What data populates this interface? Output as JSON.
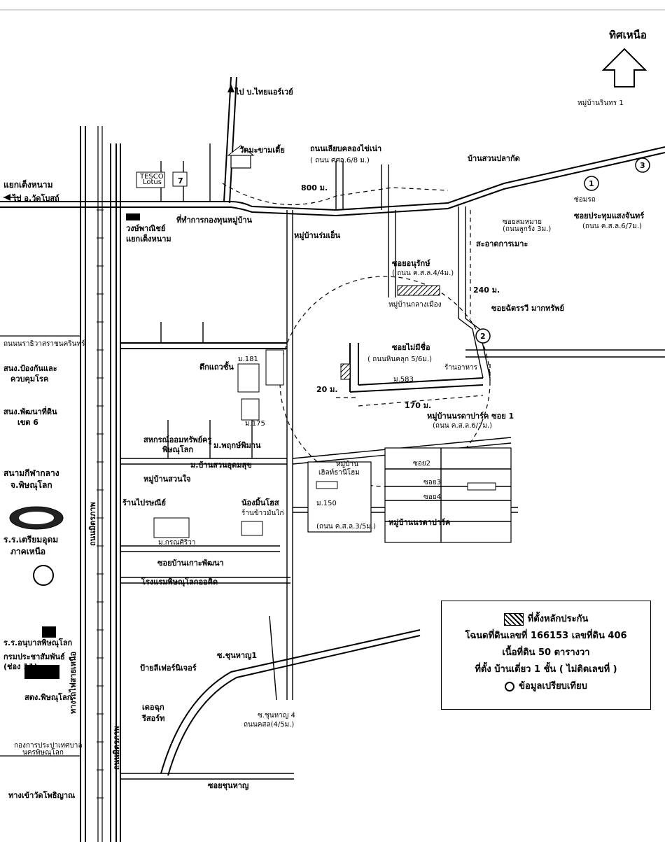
{
  "north": {
    "label": "ทิศเหนือ"
  },
  "legend": {
    "collateral_label": "ที่ตั้งหลักประกัน",
    "deed_line": "โฉนดที่ดินเลขที่ 166153 เลขที่ดิน 406",
    "area_line": "เนื้อที่ดิน 50 ตารางวา",
    "location_line": "ที่ตั้ง บ้านเดี่ยว 1 ชั้น ( ไม่ติดเลขที่ )",
    "comparable_label": "ข้อมูลเปรียบเทียบ"
  },
  "places": {
    "to_thai_airways": "ไป บ.ไทยแอร์เวย์",
    "wat": "วัดมะขามเตี้ย",
    "canal_road": "ถนนเลียบคลองไข่เน่า",
    "canal_road_code": "( ถนน ศศล.6/8 ม.)",
    "village_rinthon": "หมู่บ้านรินทร 1",
    "ban_suan": "บ้านสวนปลากัด",
    "yaek": "แยกเต็งหนาม",
    "to_wat_bot": "ไป อ.วัดโบสถ์",
    "tesco": "TESCO",
    "lotus": "Lotus",
    "seven": "7",
    "d800": "800 ม.",
    "wongpanit": "วงษ์พาณิชย์",
    "yaek2": "แยกเต็งหนาม",
    "village_fund": "ที่ทำการกองทุนหมู่บ้าน",
    "village_rom": "หมู่บ้านร่มเย็น",
    "soi_dang": "ซ่อมรถ",
    "soi_prathom": "ซอยประทุมแสงจันทร์",
    "soi_prathom_code": "(ถนน ค.ส.ล.6/7ม.)",
    "soi_somai": "ซอยสมหมาย",
    "soi_somai_code": "(ถนนลูกรัง 3ม.)",
    "sanitation": "สะอาดการเมาะ",
    "soi_anurak": "ซอยอนุรักษ์",
    "soi_anurak_code": "( ถนน ค.ส.ล.4/4ม.)",
    "village_klang": "หมู่บ้านกลางเมือง",
    "d240": "240 ม.",
    "soi_chatree": "ซอยฉัตรรวี มากทรัพย์",
    "soi_maimue": "ซอยไม่มีชื่อ",
    "soi_maimue_code": "( ถนนหินคลุก 5/6ม.)",
    "samthong": "ร้านอาหาร",
    "m583": "ม.583",
    "d20": "20 ม.",
    "d170": "170 ม.",
    "village_nonthaphan": "หมู่บ้านนรดาปาร์ค ซอย 1",
    "village_nonthaphan_code": "(ถนน ค.ส.ล.6/7ม.)",
    "tambon": "ตึกแถวชั้น",
    "m181": "ม.181",
    "m175": "ม.175",
    "sahakorn": "สหกรณ์ออมทรัพย์ครู",
    "sahakorn2": "พิษณุโลก",
    "m_phrueksa": "ม.พฤกษ์พิมาน",
    "m_suan": "ม.บ้านสวนอุดมสุข",
    "village_suanjai": "หมู่บ้านสวนใจ",
    "shop": "ร้านไปรษณีย์",
    "m_kornsawan": "ม.กรณศิริวา",
    "soi_kaeo": "ซอยบ้านเกาะพัฒนา",
    "hotel": "โรงแรมพิษณุโลกออคิด",
    "nongmaeng": "น้องมิ้นโฮส",
    "rice": "ร้านข้าวมันไก่",
    "m150": "ม.150",
    "village_green": "หมู่บ้าน",
    "village_green2": "เฮิลท์ธานีโฮม",
    "village_narada": "หมู่บ้านนรดาปาร์ค",
    "soi2": "ซอย2",
    "soi3": "ซอย3",
    "soi4": "ซอย4",
    "road_ks3": "(ถนน ค.ส.ล.3/5ม.)",
    "tenant": "ป้ายลีเฟอร์นิเจอร์",
    "soi_chunhan": "ซ.ชุนหาญ1",
    "soi_chunhan4": "ซ.ชุนหาญ 4",
    "soi_chunhan4_code": "ถนนคสล(4/5ม.)",
    "resort": "เดอฉุก",
    "resort2": "รีสอร์ท",
    "soi_chunhan_bottom": "ซอยชุนหาญ",
    "sapan": "สนามกีฬากลาง",
    "sapan2": "จ.พิษณุโลก",
    "school": "ร.ร.เตรียมอุดม",
    "school2": "ภาคเหนือ",
    "school3": "ร.ร.อนุบาลพิษณุโลก",
    "prasong": "กรมประชาสัมพันธ์",
    "prasong2": "(ช่อง 11)",
    "stk": "สตง.พิษณุโลก",
    "sport_office": "กองการประปาเทศบาล",
    "sport_office2": "นครพิษณุโลก",
    "narai": "ถนนนราธิวาสราชนครินทร์",
    "dec": "สนง.ป้องกันและ",
    "dec2": "ควบคุมโรค",
    "dev": "สนง.พัฒนาที่ดิน",
    "dev2": "เขต 6",
    "to_wat": "ทางเข้าวัดโพธิญาณ",
    "rail": "ทางรถไฟสายเหนือ",
    "highway": "ถนนมิตรภาพ",
    "highway2": "ถนนมิตรภาพ",
    "circle1": "1",
    "circle2": "2",
    "circle3": "3"
  }
}
